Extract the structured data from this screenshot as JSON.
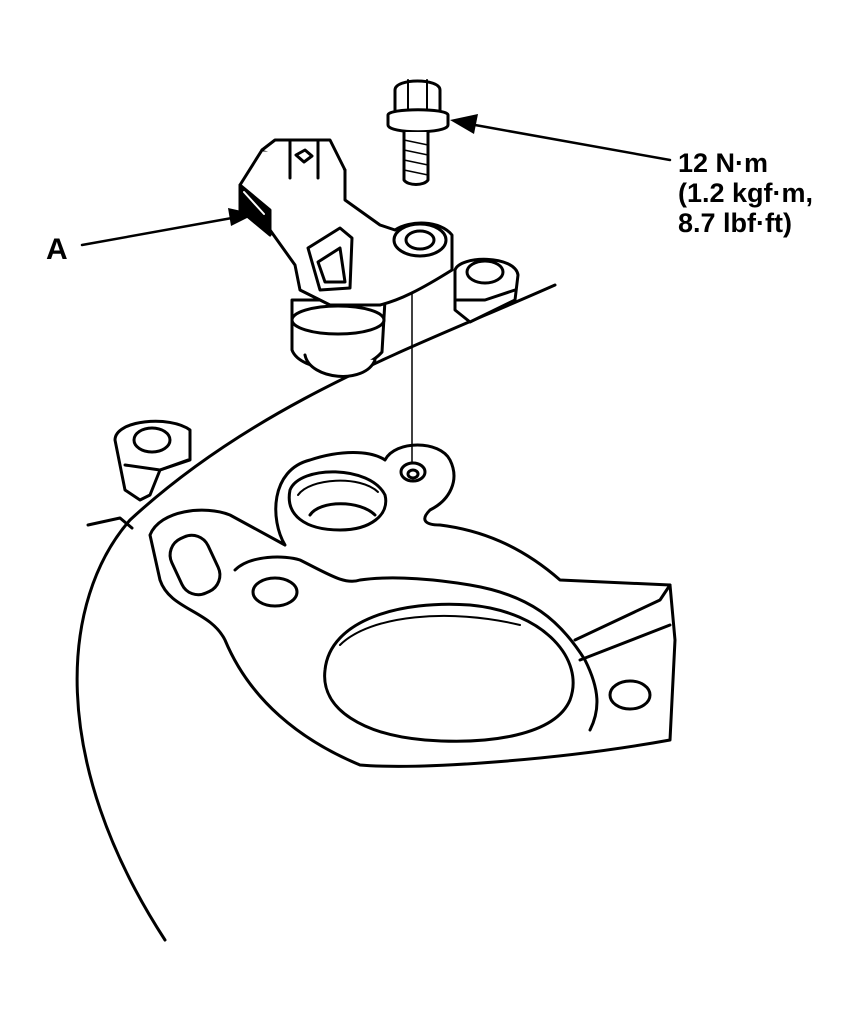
{
  "callouts": {
    "part_a": "A",
    "torque_line1": "12 N·m",
    "torque_line2": "(1.2 kgf·m,",
    "torque_line3": "8.7 lbf·ft)"
  },
  "colors": {
    "ink": "#000000",
    "paper": "#ffffff"
  }
}
